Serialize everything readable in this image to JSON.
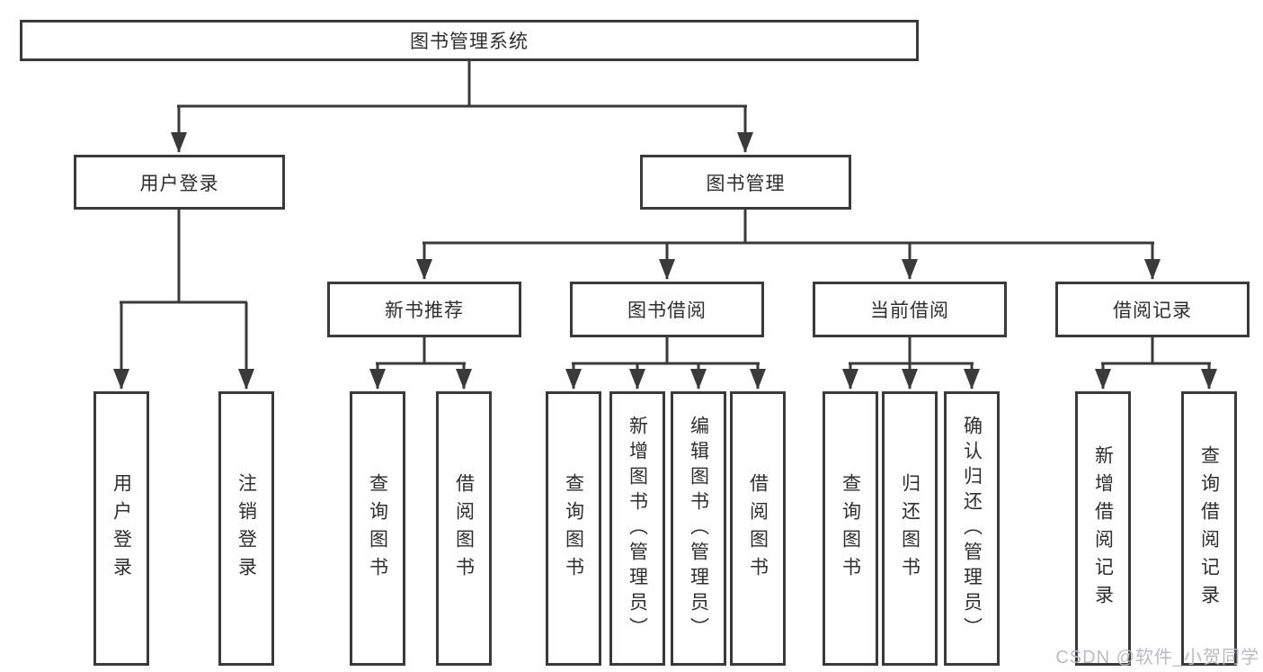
{
  "diagram": {
    "root": {
      "label": "图书管理系统"
    },
    "user_login_branch": {
      "label": "用户登录",
      "children": [
        {
          "label": "用户登录"
        },
        {
          "label": "注销登录"
        }
      ]
    },
    "book_mgmt_branch": {
      "label": "图书管理",
      "sections": [
        {
          "label": "新书推荐",
          "children": [
            {
              "label": "查询图书"
            },
            {
              "label": "借阅图书"
            }
          ]
        },
        {
          "label": "图书借阅",
          "children": [
            {
              "label": "查询图书"
            },
            {
              "label": "新增图书（管理员）"
            },
            {
              "label": "编辑图书（管理员）"
            },
            {
              "label": "借阅图书"
            }
          ]
        },
        {
          "label": "当前借阅",
          "children": [
            {
              "label": "查询图书"
            },
            {
              "label": "归还图书"
            },
            {
              "label": "确认归还（管理员）"
            }
          ]
        },
        {
          "label": "借阅记录",
          "children": [
            {
              "label": "新增借阅记录"
            },
            {
              "label": "查询借阅记录"
            }
          ]
        }
      ]
    }
  },
  "watermark": "CSDN @软件_小贺同学",
  "colors": {
    "line": "#3a3a3a",
    "box_border": "#3a3a3a",
    "text": "#2e2e2e",
    "watermark": "#b7bcc4",
    "background": "#ffffff"
  }
}
